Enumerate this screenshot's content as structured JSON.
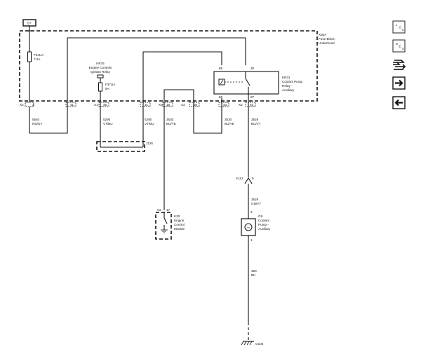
{
  "power_label": "B+",
  "fuse_block": {
    "code": "X50A",
    "line1": "Fuse Block -",
    "line2": "Underhood"
  },
  "fuse1": {
    "code": "F34UA",
    "rating": "7.5A"
  },
  "relay_kr75": {
    "code": "KR75",
    "line1": "Engine Controls",
    "line2": "Ignition Relay"
  },
  "fuse2": {
    "code": "F37UA",
    "rating": "5A"
  },
  "relay_kr31": {
    "code": "KR31",
    "line1": "Coolant Pump",
    "line2": "Relay -",
    "line3": "Auxiliary",
    "pin85": "85",
    "pin30": "30",
    "pin86": "86",
    "pin87": "87"
  },
  "connectors_bottom": {
    "c1": "X2",
    "c1p": "3",
    "c2p": "41",
    "c3": "X1",
    "c3p": "45",
    "c4p": "31",
    "c5": "X3",
    "c5p": "18",
    "c6": "X2",
    "c6p": "55",
    "c7p": "43",
    "c8": "X2",
    "c8p": "40"
  },
  "wires": {
    "w1": {
      "circuit": "5540",
      "color": "RD/GY"
    },
    "w2": {
      "circuit": "5290",
      "color": "VT/BU"
    },
    "w3": {
      "circuit": "5290",
      "color": "VT/BU"
    },
    "w4": {
      "circuit": "3530",
      "color": "BU/YE"
    },
    "w5": {
      "circuit": "3530",
      "color": "BU/YE"
    },
    "w6": {
      "circuit": "3529",
      "color": "BU/VT"
    },
    "w7": {
      "circuit": "3529",
      "color": "GN/VT"
    },
    "w8": {
      "circuit": "450",
      "color": "BK"
    }
  },
  "splice": "J126",
  "inline_connector": {
    "code": "X112",
    "pin": "9"
  },
  "ecm": {
    "conn": "X2",
    "pin": "17",
    "code": "K20",
    "line1": "Engine",
    "line2": "Control",
    "line3": "Module"
  },
  "pump": {
    "pin_top": "2",
    "symbol": "M",
    "code": "G9",
    "line1": "Coolant",
    "line2": "Pump -",
    "line3": "Auxiliary",
    "pin_bottom": "1"
  },
  "ground": "G105",
  "toolbar": {
    "btn1": {
      "a": "L",
      "b": "O",
      "c": "C"
    },
    "btn2": {
      "a": "D",
      "b": "E",
      "c": "S"
    },
    "icons": [
      "wire-route-icon",
      "arrow-right-icon",
      "arrow-left-icon"
    ]
  }
}
